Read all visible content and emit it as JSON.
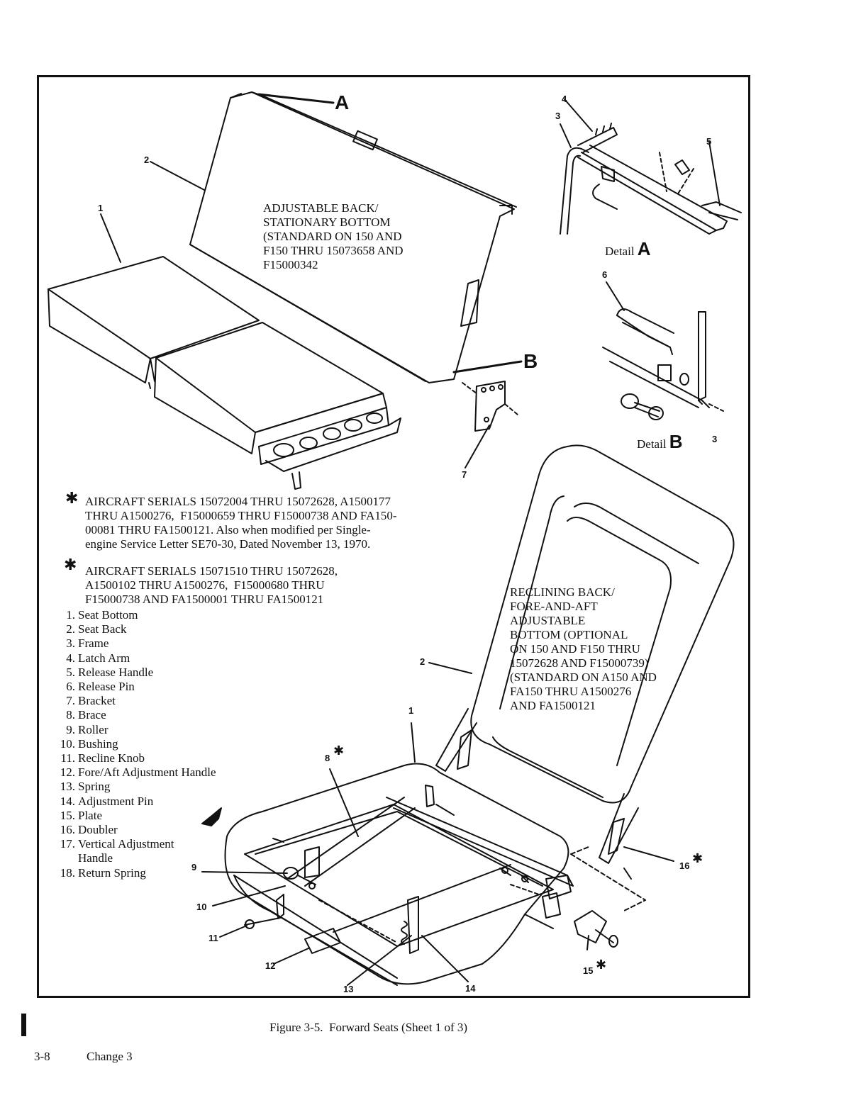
{
  "figure": {
    "caption": "Figure 3-5.  Forward Seats (Sheet 1 of 3)",
    "page_number": "3-8",
    "change": "Change 3"
  },
  "views": {
    "upper_seat": "ADJUSTABLE BACK/\nSTATIONARY BOTTOM\n(STANDARD ON 150 AND\nF150 THRU 15073658 AND\nF15000342",
    "lower_seat": "RECLINING BACK/\nFORE-AND-AFT\nADJUSTABLE\nBOTTOM (OPTIONAL\nON 150 AND F150 THRU\n15072628 AND F15000739)\n(STANDARD ON A150 AND\nFA150 THRU A1500276\nAND FA1500121"
  },
  "details": {
    "a_text": "Detail",
    "a_letter": "A",
    "b_text": "Detail",
    "b_letter": "B",
    "callout_a": "A",
    "callout_b": "B"
  },
  "notes": {
    "note1_symbol": "✱",
    "note1": "AIRCRAFT SERIALS 15072004 THRU 15072628, A1500177\nTHRU A1500276,  F15000659 THRU F15000738 AND FA150-\n00081 THRU FA1500121. Also when modified per Single-\nengine Service Letter SE70-30, Dated November 13, 1970.",
    "note2_symbol": "✱",
    "note2": "AIRCRAFT SERIALS 15071510 THRU 15072628,\nA1500102 THRU A1500276,  F15000680 THRU\nF15000738 AND FA1500001 THRU FA1500121"
  },
  "legend": [
    {
      "n": "1.",
      "label": "Seat Bottom"
    },
    {
      "n": "2.",
      "label": "Seat Back"
    },
    {
      "n": "3.",
      "label": "Frame"
    },
    {
      "n": "4.",
      "label": "Latch Arm"
    },
    {
      "n": "5.",
      "label": "Release Handle"
    },
    {
      "n": "6.",
      "label": "Release Pin"
    },
    {
      "n": "7.",
      "label": "Bracket"
    },
    {
      "n": "8.",
      "label": "Brace"
    },
    {
      "n": "9.",
      "label": "Roller"
    },
    {
      "n": "10.",
      "label": "Bushing"
    },
    {
      "n": "11.",
      "label": "Recline Knob"
    },
    {
      "n": "12.",
      "label": "Fore/Aft Adjustment Handle"
    },
    {
      "n": "13.",
      "label": "Spring"
    },
    {
      "n": "14.",
      "label": "Adjustment Pin"
    },
    {
      "n": "15.",
      "label": "Plate"
    },
    {
      "n": "16.",
      "label": "Doubler"
    },
    {
      "n": "17.",
      "label": "Vertical Adjustment\nHandle"
    },
    {
      "n": "18.",
      "label": "Return Spring"
    }
  ],
  "callouts": {
    "c1a": "1",
    "c2a": "2",
    "c3a": "3",
    "c4": "4",
    "c5": "5",
    "c6": "6",
    "c7": "7",
    "c3b": "3",
    "c2b": "2",
    "c1b": "1",
    "c8": "8",
    "c9": "9",
    "c10": "10",
    "c11": "11",
    "c12": "12",
    "c13": "13",
    "c14": "14",
    "c15": "15",
    "c16": "16",
    "star": "✱"
  }
}
